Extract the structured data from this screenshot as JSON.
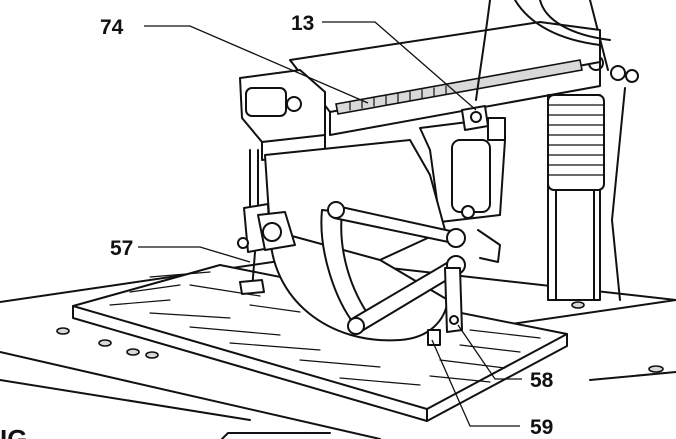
{
  "labels": {
    "l74": "74",
    "l13": "13",
    "l57": "57",
    "l58": "58",
    "l59": "59"
  },
  "figure_fragment": "IG",
  "colors": {
    "ink": "#111111",
    "paper": "#ffffff"
  }
}
